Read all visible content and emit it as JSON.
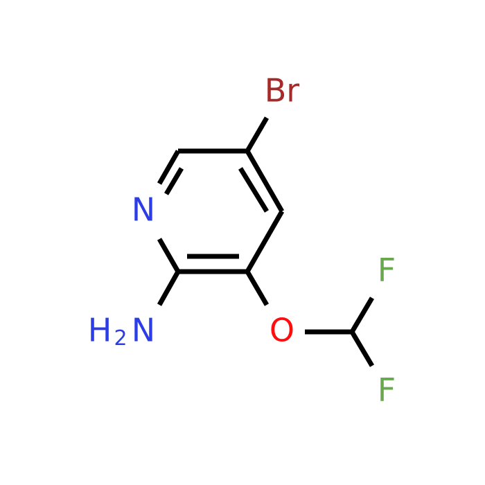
{
  "colors": {
    "bond": "#000000",
    "background": "#ffffff",
    "bromine": "#a52a2a",
    "nitrogen": "#2d3de6",
    "oxygen": "#ff0d0d",
    "fluorine": "#6aa84f"
  },
  "atoms": {
    "br": "Br",
    "n_ring": "N",
    "nh2_h": "H",
    "nh2_sub": "2",
    "nh2_n": "N",
    "o": "O",
    "f_top": "F",
    "f_bottom": "F"
  }
}
